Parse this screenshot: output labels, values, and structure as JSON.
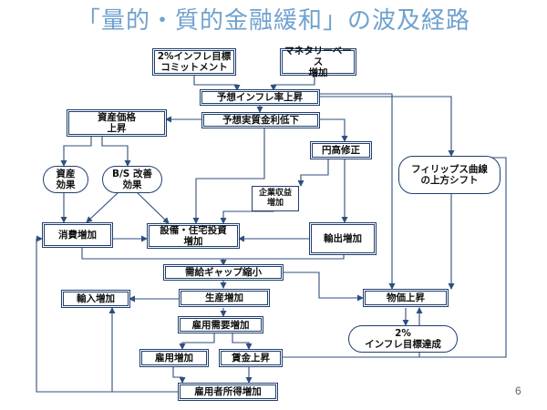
{
  "title": "「量的・質的金融緩和」の波及経路",
  "page_number": "6",
  "nodes": {
    "commit": "2%インフレ目標\nコミットメント",
    "monetary_base": "マネタリーベース\n増加",
    "expected_inflation": "予想インフレ率上昇",
    "real_rate": "予想実質金利低下",
    "asset_prices": "資産価格\n上昇",
    "yen_correction": "円高修正",
    "phillips": "フィリップス曲線\nの上方シフト",
    "asset_effect": "資産\n効果",
    "bs_effect": "B/S 改善\n効果",
    "corp_profit": "企業収益\n増加",
    "consumption": "消費増加",
    "capex": "設備・住宅投資\n増加",
    "exports": "輸出増加",
    "output_gap": "需給ギャップ縮小",
    "imports": "輸入増加",
    "production": "生産増加",
    "price_rise": "物価上昇",
    "target_achieved": "2%\nインフレ目標達成",
    "labor_demand": "雇用需要増加",
    "employment": "雇用増加",
    "wages": "賃金上昇",
    "employee_income": "雇用者所得増加"
  },
  "colors": {
    "title": "#6fa1cf",
    "box_border": "#1f3f6e",
    "arrow": "#2f4f7f"
  }
}
